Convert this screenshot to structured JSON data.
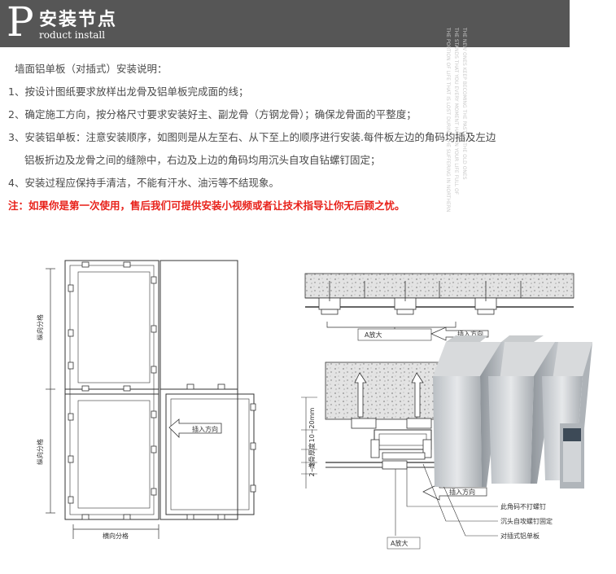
{
  "header": {
    "letter": "P",
    "title_cn": "安装节点",
    "title_en": "roduct install"
  },
  "side_texts": [
    "THE PORTION OF LIFE THAT IS LOST DURING THE SUFFERING IN NORTHERN",
    "THE STANDS THAT YOU EVERY MOMENT HAVE IN YOUR LIFE FULL OF",
    "THE NEW ONES KEEP BECOMING THE PAST OF THE OLD ONES"
  ],
  "intro": {
    "heading": "墙面铝单板（对插式）安装说明：",
    "steps": [
      "1、按设计图纸要求放样出龙骨及铝单板完成面的线；",
      "2、确定施工方向，按分格尺寸要求安装好主、副龙骨（方钢龙骨）；确保龙骨面的平整度；",
      "3、安装铝单板：注意安装顺序，如图则是从左至右、从下至上的顺序进行安装.每件板左边的角码均插及左边",
      "铝板折边及龙骨之间的缝隙中，右边及上边的角码均用沉头自攻自钻螺钉固定；",
      "4、安装过程应保持手清洁，不能有汗水、油污等不结现象。"
    ],
    "note": "注：如果你是第一次使用，售后我们可提供安装小视频或者让技术指导让你无后顾之忧。"
  },
  "elevation": {
    "label_vertical_top": "纵向分格",
    "label_vertical_bottom": "纵向分格",
    "label_horizontal": "横向分格",
    "arrow_label": "插入方向"
  },
  "section": {
    "label_a_top": "A放大",
    "label_insert_top": "插入方向",
    "dim_top": "10~20mm",
    "dim_mid": "龙骨厚度",
    "dim_bottom": "2~3",
    "label_insert_bottom": "插入方向",
    "callout_1": "此角码不打螺钉",
    "callout_2": "沉头自攻螺钉固定",
    "callout_3": "对插式铝单板",
    "label_a_bottom": "A放大"
  }
}
